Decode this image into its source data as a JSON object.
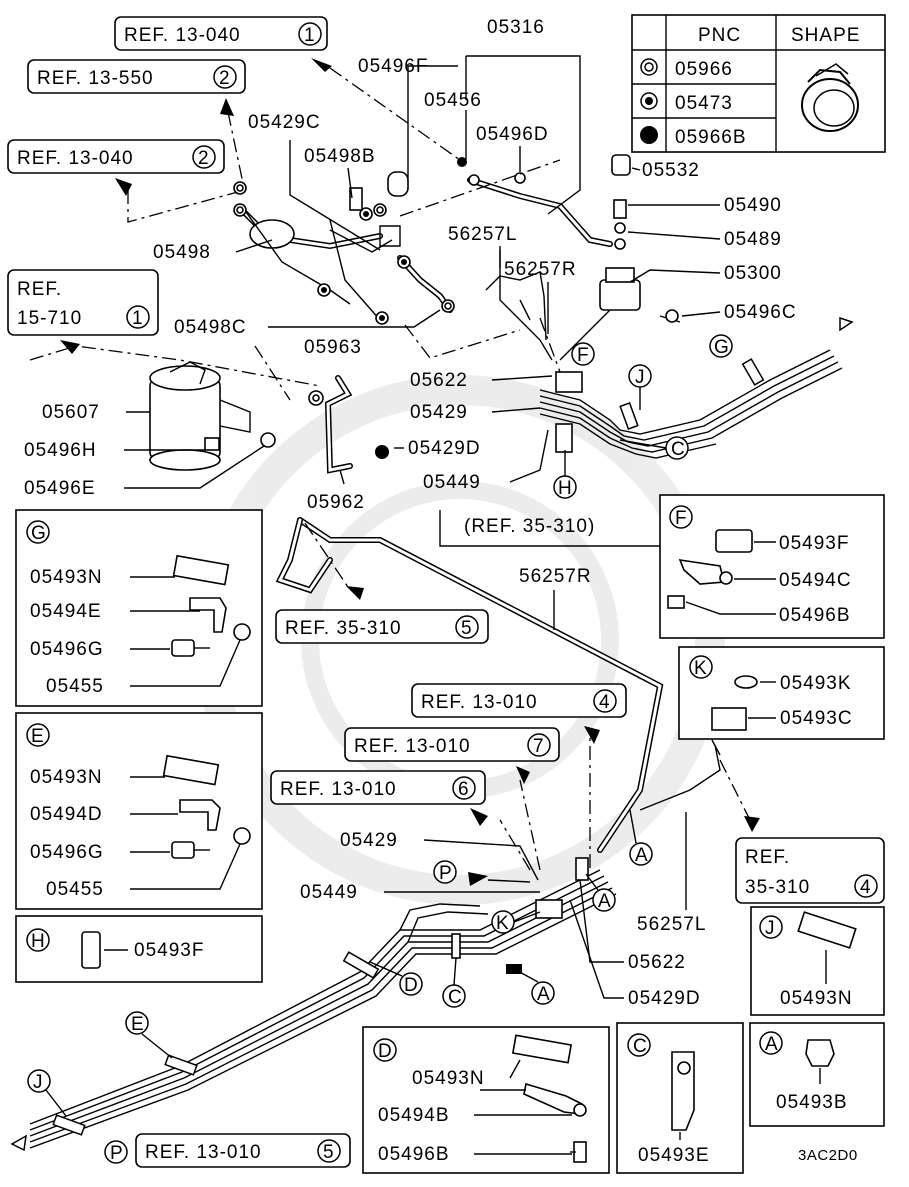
{
  "diagram_id": "3AC2D0",
  "legend": {
    "header_pnc": "PNC",
    "header_shape": "SHAPE",
    "rows": [
      {
        "symbol": "double-ring",
        "pnc": "05966"
      },
      {
        "symbol": "ring-dot",
        "pnc": "05473"
      },
      {
        "symbol": "filled-dot",
        "pnc": "05966B"
      }
    ]
  },
  "refs": {
    "r1": {
      "text": "REF. 13-040",
      "num": "1"
    },
    "r2": {
      "text": "REF. 13-550",
      "num": "2"
    },
    "r3": {
      "text": "REF. 13-040",
      "num": "2"
    },
    "r4_line1": "REF.",
    "r4_line2": "15-710",
    "r4_num": "1",
    "r5": {
      "text": "REF. 35-310",
      "num": "5"
    },
    "r6": {
      "text": "REF. 13-010",
      "num": "4"
    },
    "r7": {
      "text": "REF. 13-010",
      "num": "7"
    },
    "r8": {
      "text": "REF. 13-010",
      "num": "6"
    },
    "r9_line1": "REF.",
    "r9_line2": "35-310",
    "r9_num": "4",
    "r10": {
      "text": "REF. 13-010",
      "num": "5"
    },
    "r11": "(REF. 35-310)"
  },
  "labels": {
    "p05316": "05316",
    "p05496F": "05496F",
    "p05456": "05456",
    "p05496D": "05496D",
    "p05429C": "05429C",
    "p05498B": "05498B",
    "p05532": "05532",
    "p05490": "05490",
    "p05489": "05489",
    "p05300": "05300",
    "p05496C": "05496C",
    "p56257L": "56257L",
    "p56257R": "56257R",
    "p05498": "05498",
    "p05498C": "05498C",
    "p05963": "05963",
    "p05622": "05622",
    "p05429": "05429",
    "p05429D": "05429D",
    "p05607": "05607",
    "p05496H": "05496H",
    "p05496E": "05496E",
    "p05962": "05962",
    "p05449": "05449",
    "p56257R_b": "56257R",
    "p05429_b": "05429",
    "p05449_b": "05449",
    "p05622_b": "05622",
    "p05429D_b": "05429D",
    "p56257L_b": "56257L"
  },
  "callouts": {
    "F": "F",
    "J": "J",
    "G": "G",
    "C": "C",
    "H": "H",
    "A": "A",
    "P": "P",
    "K": "K",
    "D": "D",
    "E": "E"
  },
  "detail_G": {
    "tag": "G",
    "parts": [
      "05493N",
      "05494E",
      "05496G",
      "05455"
    ]
  },
  "detail_E": {
    "tag": "E",
    "parts": [
      "05493N",
      "05494D",
      "05496G",
      "05455"
    ]
  },
  "detail_H": {
    "tag": "H",
    "parts": [
      "05493F"
    ]
  },
  "detail_F": {
    "tag": "F",
    "parts": [
      "05493F",
      "05494C",
      "05496B"
    ]
  },
  "detail_K": {
    "tag": "K",
    "parts": [
      "05493K",
      "05493C"
    ]
  },
  "detail_J": {
    "tag": "J",
    "parts": [
      "05493N"
    ]
  },
  "detail_D": {
    "tag": "D",
    "parts": [
      "05493N",
      "05494B",
      "05496B"
    ]
  },
  "detail_C": {
    "tag": "C",
    "parts": [
      "05493E"
    ]
  },
  "detail_A": {
    "tag": "A",
    "parts": [
      "05493B"
    ]
  }
}
